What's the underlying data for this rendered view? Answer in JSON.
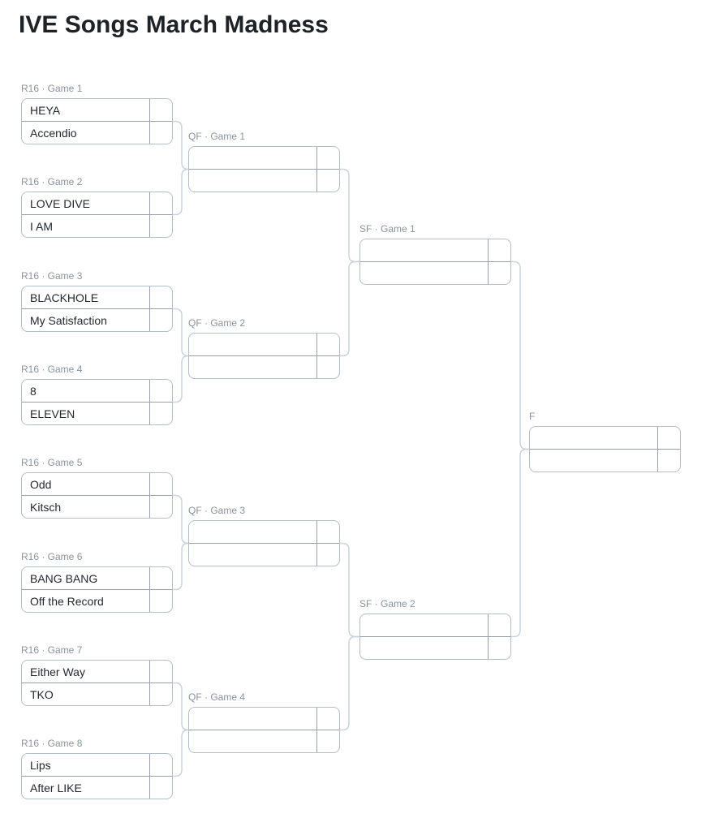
{
  "title": "IVE Songs March Madness",
  "bracket": {
    "rounds": [
      {
        "name": "R16",
        "matches": [
          {
            "label": "R16 · Game 1",
            "slots": [
              {
                "name": "HEYA",
                "score": ""
              },
              {
                "name": "Accendio",
                "score": ""
              }
            ]
          },
          {
            "label": "R16 · Game 2",
            "slots": [
              {
                "name": "LOVE DIVE",
                "score": ""
              },
              {
                "name": "I AM",
                "score": ""
              }
            ]
          },
          {
            "label": "R16 · Game 3",
            "slots": [
              {
                "name": "BLACKHOLE",
                "score": ""
              },
              {
                "name": "My Satisfaction",
                "score": ""
              }
            ]
          },
          {
            "label": "R16 · Game 4",
            "slots": [
              {
                "name": "8",
                "score": ""
              },
              {
                "name": "ELEVEN",
                "score": ""
              }
            ]
          },
          {
            "label": "R16 · Game 5",
            "slots": [
              {
                "name": "Odd",
                "score": ""
              },
              {
                "name": "Kitsch",
                "score": ""
              }
            ]
          },
          {
            "label": "R16 · Game 6",
            "slots": [
              {
                "name": "BANG BANG",
                "score": ""
              },
              {
                "name": "Off the Record",
                "score": ""
              }
            ]
          },
          {
            "label": "R16 · Game 7",
            "slots": [
              {
                "name": "Either Way",
                "score": ""
              },
              {
                "name": "TKO",
                "score": ""
              }
            ]
          },
          {
            "label": "R16 · Game 8",
            "slots": [
              {
                "name": "Lips",
                "score": ""
              },
              {
                "name": "After LIKE",
                "score": ""
              }
            ]
          }
        ]
      },
      {
        "name": "QF",
        "matches": [
          {
            "label": "QF · Game 1",
            "slots": [
              {
                "name": "",
                "score": ""
              },
              {
                "name": "",
                "score": ""
              }
            ]
          },
          {
            "label": "QF · Game 2",
            "slots": [
              {
                "name": "",
                "score": ""
              },
              {
                "name": "",
                "score": ""
              }
            ]
          },
          {
            "label": "QF · Game 3",
            "slots": [
              {
                "name": "",
                "score": ""
              },
              {
                "name": "",
                "score": ""
              }
            ]
          },
          {
            "label": "QF · Game 4",
            "slots": [
              {
                "name": "",
                "score": ""
              },
              {
                "name": "",
                "score": ""
              }
            ]
          }
        ]
      },
      {
        "name": "SF",
        "matches": [
          {
            "label": "SF · Game 1",
            "slots": [
              {
                "name": "",
                "score": ""
              },
              {
                "name": "",
                "score": ""
              }
            ]
          },
          {
            "label": "SF · Game 2",
            "slots": [
              {
                "name": "",
                "score": ""
              },
              {
                "name": "",
                "score": ""
              }
            ]
          }
        ]
      },
      {
        "name": "F",
        "matches": [
          {
            "label": "F",
            "slots": [
              {
                "name": "",
                "score": ""
              },
              {
                "name": "",
                "score": ""
              }
            ]
          }
        ]
      }
    ]
  },
  "colors": {
    "title_color": "#1e2126",
    "label_color": "#8b929b",
    "team_color": "#24282d",
    "box_border": "#b7bdc5",
    "divider": "#9aa0a6",
    "connector": "#ccd3da"
  }
}
